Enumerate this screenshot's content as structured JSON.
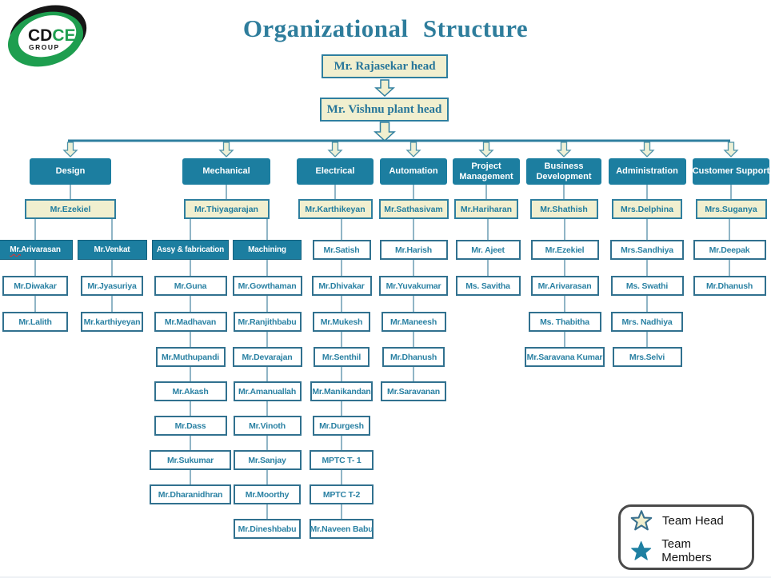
{
  "logo": {
    "cd": "CD",
    "ce": "CE",
    "sub": "GROUP"
  },
  "title": "Organizational Structure",
  "top_chain": [
    {
      "label": "Mr. Rajasekar head"
    },
    {
      "label": "Mr. Vishnu plant head"
    }
  ],
  "departments": [
    {
      "name": "Design",
      "head": "Mr.Ezekiel",
      "branches": [
        {
          "lead": "Mr. Arivarasan",
          "lead_prefix": "Mr.",
          "lead_rest": " Arivarasan",
          "members": [
            "Mr.Diwakar",
            "Mr.Lalith"
          ]
        },
        {
          "lead": "Mr.Venkat",
          "members": [
            "Mr.Jyasuriya",
            "Mr.karthiyeyan"
          ]
        }
      ]
    },
    {
      "name": "Mechanical",
      "head": "Mr.Thiyagarajan",
      "branches": [
        {
          "lead": "Assy & fabrication",
          "members": [
            "Mr.Guna",
            "Mr.Madhavan",
            "Mr.Muthupandi",
            "Mr.Akash",
            "Mr.Dass",
            "Mr.Sukumar",
            "Mr.Dharanidhran"
          ]
        },
        {
          "lead": "Machining",
          "members": [
            "Mr.Gowthaman",
            "Mr.Ranjithbabu",
            "Mr.Devarajan",
            "Mr.Amanuallah",
            "Mr.Vinoth",
            "Mr.Sanjay",
            "Mr.Moorthy",
            "Mr.Dineshbabu"
          ]
        }
      ]
    },
    {
      "name": "Electrical",
      "head": "Mr.Karthikeyan",
      "members": [
        "Mr.Satish",
        "Mr.Dhivakar",
        "Mr.Mukesh",
        "Mr.Senthil",
        "Mr.Manikandan",
        "Mr.Durgesh",
        "MPTC T- 1",
        "MPTC T-2",
        "Mr.Naveen Babu"
      ]
    },
    {
      "name": "Automation",
      "head": "Mr.Sathasivam",
      "members": [
        "Mr.Harish",
        "Mr.Yuvakumar",
        "Mr.Maneesh",
        "Mr.Dhanush",
        "Mr.Saravanan"
      ]
    },
    {
      "name": "Project Management",
      "head": "Mr.Hariharan",
      "members": [
        "Mr. Ajeet",
        "Ms. Savitha"
      ]
    },
    {
      "name": "Business Development",
      "head": "Mr.Shathish",
      "members": [
        "Mr.Ezekiel",
        "Mr.Arivarasan",
        "Ms. Thabitha",
        "Mr.Saravana Kumar"
      ]
    },
    {
      "name": "Administration",
      "head": "Mrs.Delphina",
      "members": [
        "Mrs.Sandhiya",
        "Ms. Swathi",
        "Mrs. Nadhiya",
        "Mrs.Selvi"
      ]
    },
    {
      "name": "Customer Support",
      "head": "Mrs.Suganya",
      "members": [
        "Mr.Deepak",
        "Mr.Dhanush"
      ]
    }
  ],
  "legend": {
    "items": [
      {
        "icon": "star-outline",
        "label": "Team Head"
      },
      {
        "icon": "star-filled",
        "label": "Team Members"
      }
    ]
  },
  "colors": {
    "teal_box": "#1c7ea0",
    "box_border": "#2f7f9f",
    "cream": "#f1efcf",
    "title_text": "#2e7d9c",
    "connector": "#6b9cb3",
    "logo_green": "#1e9e4f",
    "logo_black": "#161616",
    "squiggle": "#e03030",
    "legend_border": "#4a4a4a"
  }
}
